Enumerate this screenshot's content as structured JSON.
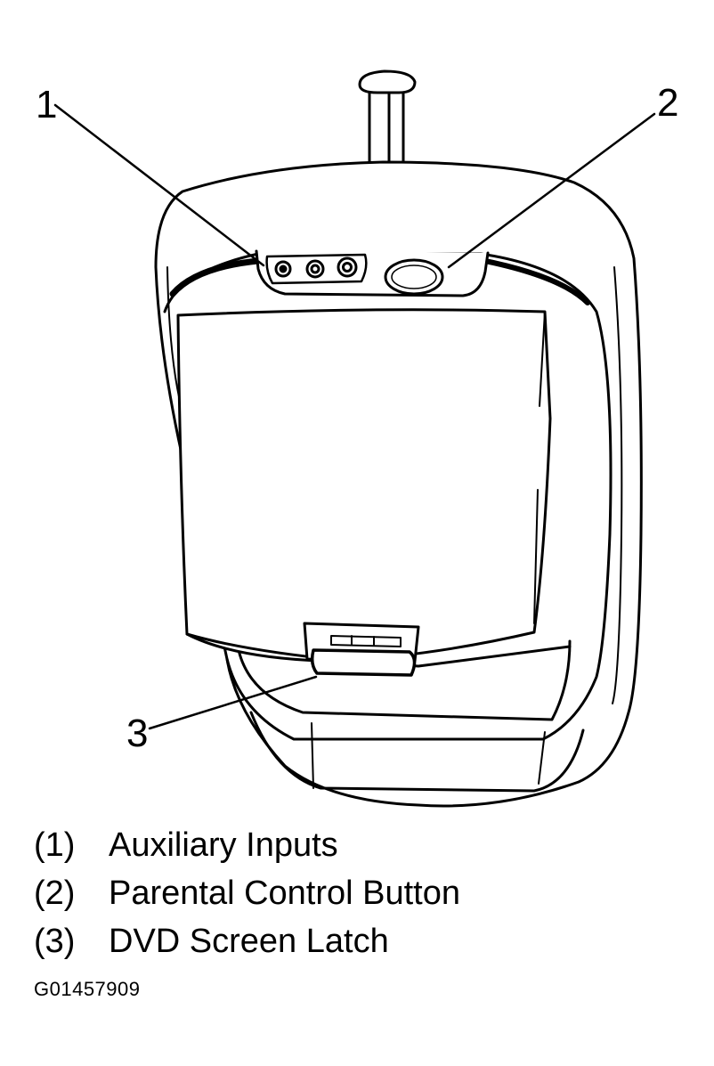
{
  "callouts": [
    {
      "number": "1",
      "label": "Auxiliary Inputs"
    },
    {
      "number": "2",
      "label": "Parental Control Button"
    },
    {
      "number": "3",
      "label": "DVD Screen Latch"
    }
  ],
  "legend": [
    {
      "number": "(1)",
      "label": "Auxiliary Inputs"
    },
    {
      "number": "(2)",
      "label": "Parental Control Button"
    },
    {
      "number": "(3)",
      "label": "DVD Screen Latch"
    }
  ],
  "figure_id": "G01457909"
}
